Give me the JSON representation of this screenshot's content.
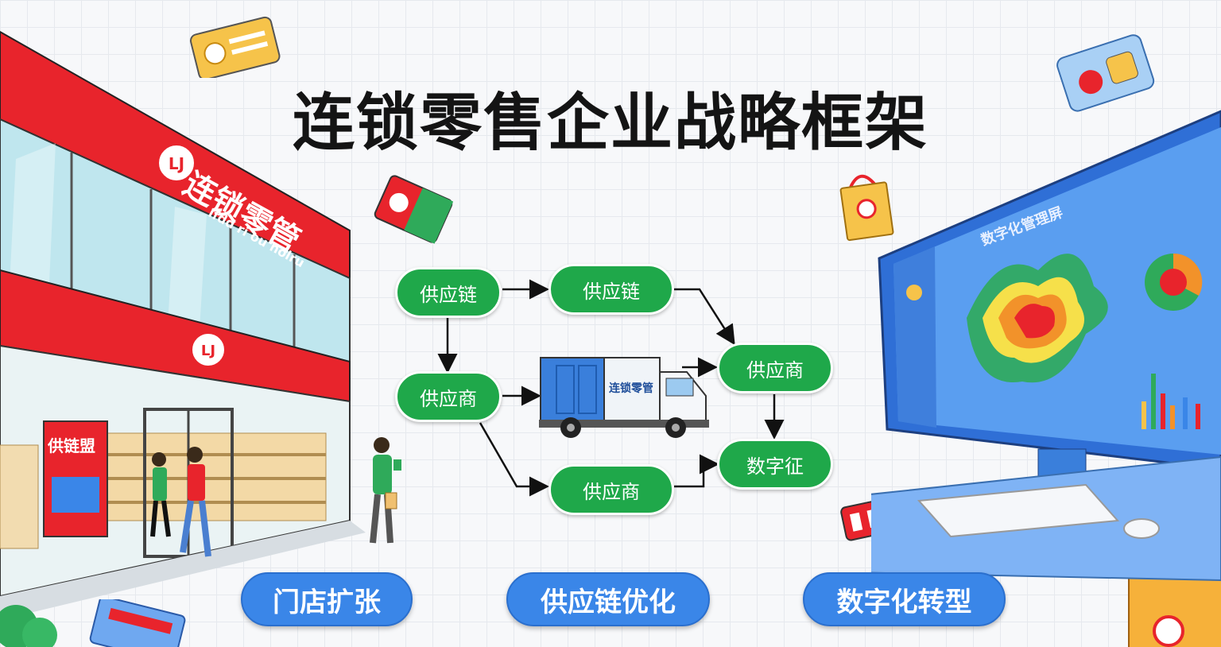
{
  "title": "连锁零售企业战略框架",
  "store": {
    "sign_main": "连锁零管",
    "sign_sub": "Ifdd ri ou nolru",
    "poster_title": "供链盟"
  },
  "truck": {
    "label": "连锁零管"
  },
  "monitor": {
    "title": "数字化管理屏"
  },
  "flow": {
    "nodes": [
      {
        "id": "n1",
        "label": "供应链"
      },
      {
        "id": "n2",
        "label": "供应链"
      },
      {
        "id": "n3",
        "label": "供应商"
      },
      {
        "id": "n4",
        "label": "供应商"
      },
      {
        "id": "n5",
        "label": "数字征"
      },
      {
        "id": "n6",
        "label": "供应商"
      }
    ]
  },
  "pillars": [
    {
      "label": "门店扩张"
    },
    {
      "label": "供应链优化"
    },
    {
      "label": "数字化转型"
    }
  ],
  "colors": {
    "node_green": "#1fa84a",
    "pill_blue": "#3a86e8",
    "store_red": "#e8242c",
    "monitor_blue": "#2f6fd6"
  }
}
